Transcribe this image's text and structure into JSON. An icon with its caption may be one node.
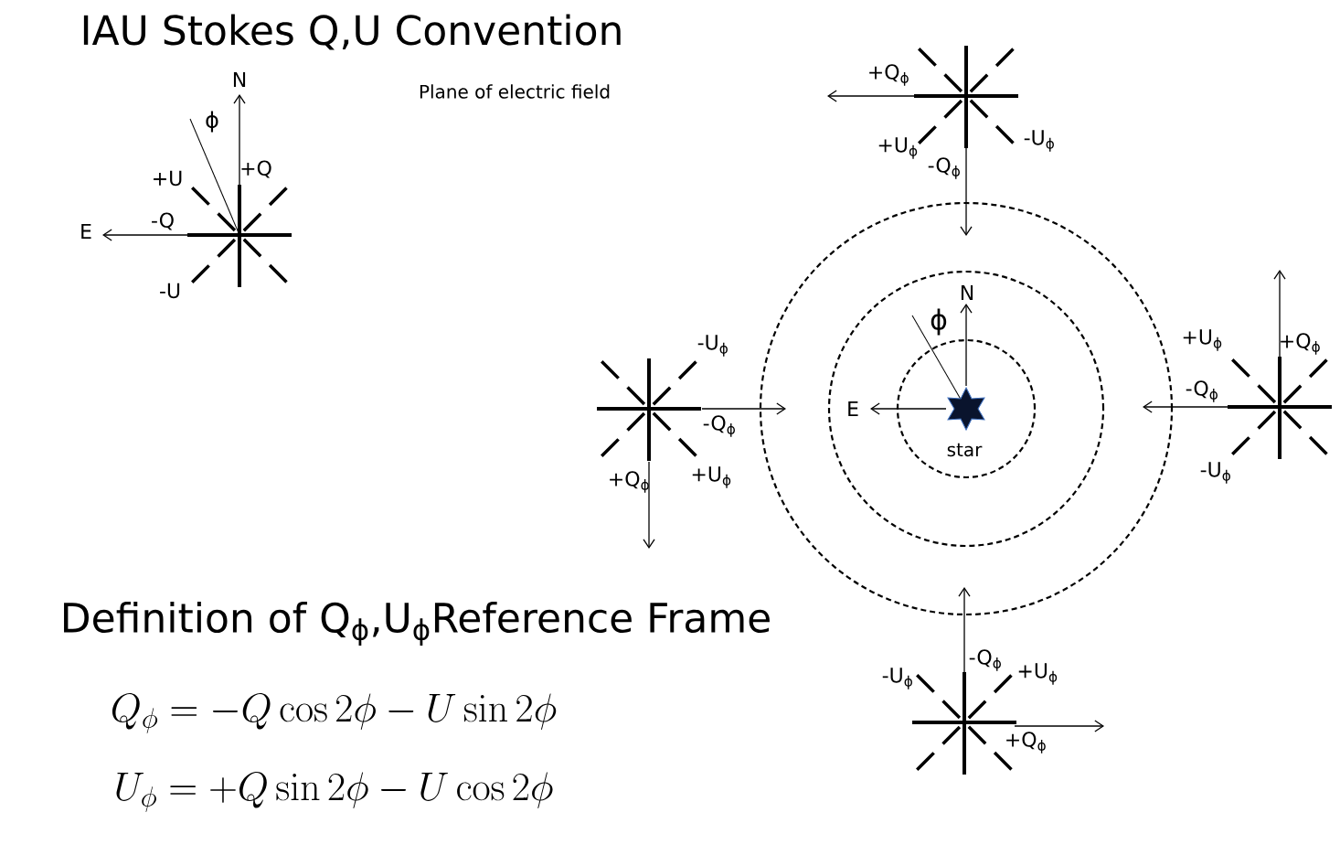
{
  "diagram": {
    "title": "IAU Stokes Q,U Convention",
    "nodes": [
      {
        "text": [
          "star"
        ]
      }
    ],
    "edges": [],
    "labels": [
      "Plane of electric field",
      "N",
      "+Q$_{ϕ}$",
      "ϕ",
      "+U",
      "+Q",
      "+U$_{ϕ}$",
      "-U$_{ϕ}$",
      "-Q$_{ϕ}$",
      "E",
      "-Q",
      "-U",
      "N",
      "ϕ",
      "-U$_{ϕ}$",
      "+U$_{ϕ}$",
      "+Q$_{ϕ}$",
      "-Q$_{ϕ}$",
      "E",
      "-Q$_{ϕ}$",
      "+Q$_{ϕ}$",
      "+U$_{ϕ}$",
      "-U$_{ϕ}$",
      "Definition of Q$_{ϕ}$,U$_{ϕ}$Reference Frame",
      "-U$_{ϕ}$",
      "-Q$_{ϕ}$",
      "+U$_{ϕ}$",
      "Q_\\phi = -Q\\cos 2\\phi - U\\sin 2\\phi",
      "+Q$_{ϕ}$",
      "U_\\phi = +Q\\sin 2\\phi - U\\cos 2\\phi"
    ]
  }
}
